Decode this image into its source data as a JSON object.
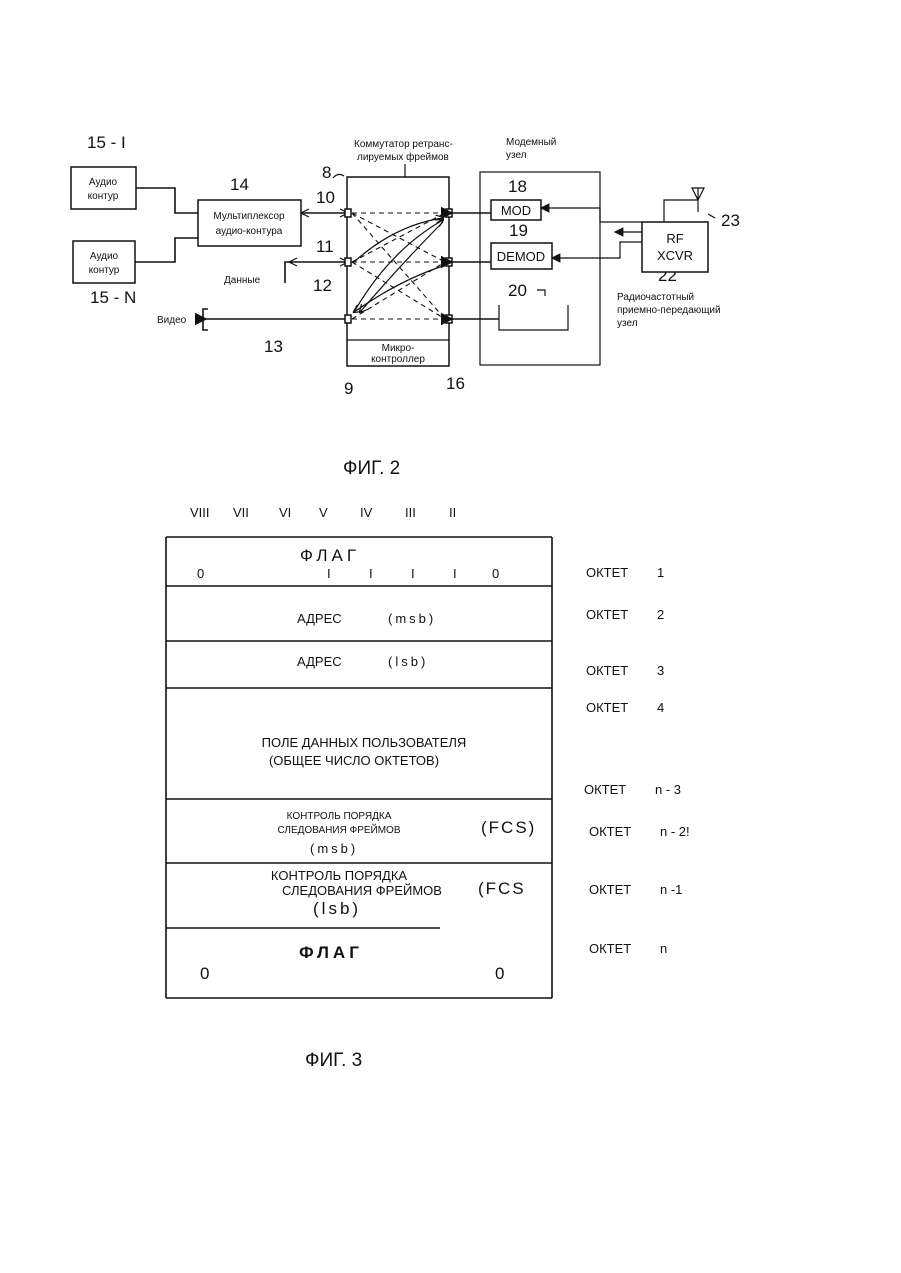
{
  "fig2": {
    "caption": "ФИГ.   2",
    "labels": {
      "ref_15_1": "15 - I",
      "ref_15_n": "15 - N",
      "ref_14": "14",
      "ref_8": "8",
      "ref_10": "10",
      "ref_11": "11",
      "ref_12": "12",
      "ref_13": "13",
      "ref_9": "9",
      "ref_16": "16",
      "ref_18": "18",
      "ref_19": "19",
      "ref_20": "20",
      "ref_22": "22",
      "ref_23": "23"
    },
    "audio_loop_1": [
      "Аудио",
      "контур"
    ],
    "audio_loop_n": [
      "Аудио",
      "контур"
    ],
    "mux": [
      "Мультиплексор",
      "аудио-контура"
    ],
    "switch_title": [
      "Коммутатор ретранс-",
      "лируемых фреймов"
    ],
    "modem_title": [
      "Модемный",
      "узел"
    ],
    "mod": "MOD",
    "demod": "DEMOD",
    "rf": [
      "RF",
      "XCVR"
    ],
    "rf_label": [
      "Радиочастотный",
      "приемно-передающий",
      "узел"
    ],
    "data_label": "Данные",
    "video_label": "Видео",
    "micro": [
      "Микро-",
      "контроллер"
    ]
  },
  "fig3": {
    "caption": "ФИГ.   3",
    "bit_headers": [
      "VIII",
      "VII",
      "VI",
      "V",
      "IV",
      "III",
      "II"
    ],
    "rows": {
      "flag1_title": "ФЛАГ",
      "flag1_bits": [
        "0",
        "I",
        "I",
        "I",
        "I",
        "0"
      ],
      "addr_msb": [
        "АДРЕС",
        "(msb)"
      ],
      "addr_lsb": [
        "АДРЕС",
        "(lsb)"
      ],
      "user_data": [
        "ПОЛЕ ДАННЫХ ПОЛЬЗОВАТЕЛЯ",
        "(ОБЩЕЕ ЧИСЛО ОКТЕТОВ)"
      ],
      "fcs_msb": [
        "КОНТРОЛЬ ПОРЯДКА",
        "СЛЕДОВАНИЯ ФРЕЙМОВ",
        "(FCS)",
        "(msb)"
      ],
      "fcs_lsb": [
        "КОНТРОЛЬ ПОРЯДКА",
        "СЛЕДОВАНИЯ ФРЕЙМОВ",
        "(FCS",
        "(lsb)"
      ],
      "flag2_title": "ФЛАГ",
      "flag2_bits": [
        "0",
        "0"
      ]
    },
    "octets": [
      [
        "ОКТЕТ",
        "1"
      ],
      [
        "ОКТЕТ",
        "2"
      ],
      [
        "ОКТЕТ",
        "3"
      ],
      [
        "ОКТЕТ",
        "4"
      ],
      [
        "ОКТЕТ",
        "n - 3"
      ],
      [
        "ОКТЕТ",
        "n - 2!"
      ],
      [
        "ОКТЕТ",
        "n -1"
      ],
      [
        "ОКТЕТ",
        "n"
      ]
    ]
  }
}
